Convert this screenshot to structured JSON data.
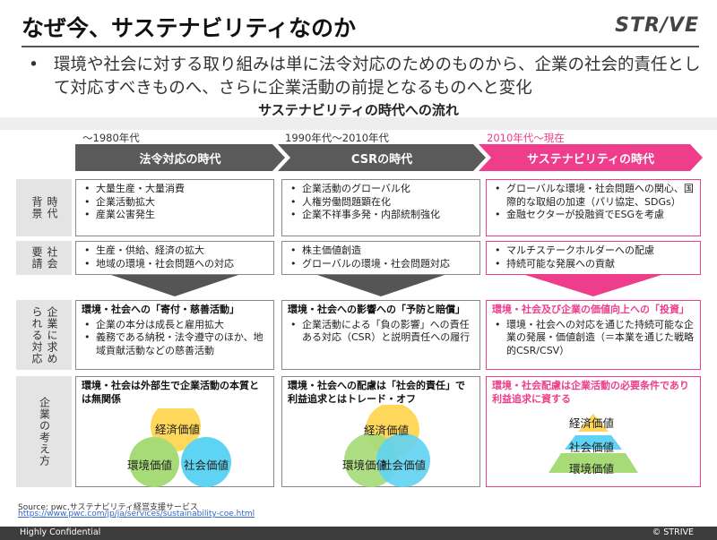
{
  "header": {
    "title": "なぜ今、サステナビリティなのか",
    "logo": "STR/VE"
  },
  "bullet": {
    "symbol": "•",
    "text": "環境や社会に対する取り組みは単に法令対応のためのものから、企業の社会的責任として対応すべきものへ、さらに企業活動の前提となるものへと変化"
  },
  "diagram": {
    "title": "サステナビリティの時代への流れ",
    "eras": [
      {
        "period": "～1980年代",
        "name": "法令対応の時代",
        "color": "#5a5a5a"
      },
      {
        "period": "1990年代～2010年代",
        "name": "CSRの時代",
        "color": "#5a5a5a"
      },
      {
        "period": "2010年代～現在",
        "name": "サステナビリティの時代",
        "color": "#ee3d8b"
      }
    ],
    "rows": {
      "background": {
        "label": [
          "時代",
          "背景"
        ],
        "cells": [
          [
            "大量生産・大量消費",
            "企業活動拡大",
            "産業公害発生"
          ],
          [
            "企業活動のグローバル化",
            "人権労働問題顕在化",
            "企業不祥事多発・内部統制強化"
          ],
          [
            "グローバルな環境・社会問題への関心、国際的な取組の加速（パリ協定、SDGs）",
            "金融セクターが投融資でESGを考慮"
          ]
        ]
      },
      "demands": {
        "label": [
          "社会",
          "要請"
        ],
        "cells": [
          [
            "生産・供給、経済の拡大",
            "地域の環境・社会問題への対応"
          ],
          [
            "株主価値創造",
            "グローバルの環境・社会問題対応"
          ],
          [
            "マルチステークホルダーへの配慮",
            "持続可能な発展への貢献"
          ]
        ]
      },
      "responses": {
        "label": [
          "企業に求め",
          "られる対応"
        ],
        "cells": [
          {
            "head": "環境・社会への「寄付・慈善活動」",
            "items": [
              "企業の本分は成長と雇用拡大",
              "義務である納税・法令遵守のほか、地域貢献活動などの慈善活動"
            ]
          },
          {
            "head": "環境・社会への影響への「予防と賠償」",
            "items": [
              "企業活動による「負の影響」への責任ある対応（CSR）と説明責任への履行"
            ]
          },
          {
            "head": "環境・社会及び企業の価値向上への「投資」",
            "items": [
              "環境・社会への対応を通じた持続可能な企業の発展・価値創造（＝本業を通じた戦略的CSR/CSV）"
            ]
          }
        ]
      },
      "thinking": {
        "label": [
          "企業の考え方"
        ],
        "cells": [
          {
            "head": "環境・社会は外部生で企業活動の本質とは無関係"
          },
          {
            "head": "環境・社会への配慮は「社会的責任」で利益追求とはトレード・オフ"
          },
          {
            "head": "環境・社会配慮は企業活動の必要条件であり利益追求に資する"
          }
        ]
      }
    },
    "values": {
      "economic": "経済価値",
      "environmental": "環境価値",
      "social": "社会価値"
    },
    "colors": {
      "economic": "#ffd75a",
      "environmental": "#a7db78",
      "social": "#5fd3f3",
      "pink": "#ee3d8b",
      "gray_arrow": "#5a5a5a"
    }
  },
  "source": {
    "text": "Source: pwc,サステナビリティ経営支援サービス",
    "url": "https://www.pwc.com/jp/ja/services/sustainability-coe.html"
  },
  "footer": {
    "left": "Highly Confidential",
    "right": "© STRIVE"
  }
}
